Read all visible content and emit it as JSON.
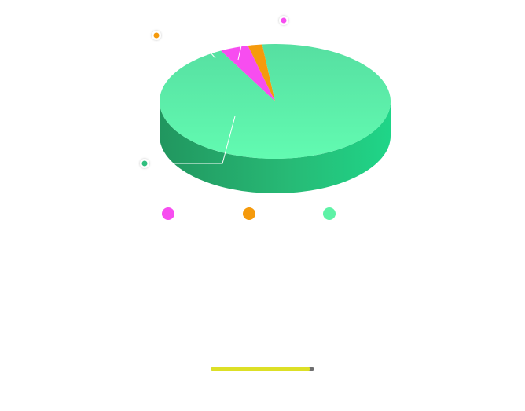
{
  "chart_data": {
    "type": "pie",
    "style": "3d",
    "categories": [
      "",
      "",
      ""
    ],
    "values": [
      4,
      2,
      94
    ],
    "colors": [
      "#f74df0",
      "#f59a0c",
      "#5ef2a6"
    ],
    "title": "",
    "legend": {
      "position": "bottom",
      "labels": [
        "",
        "",
        ""
      ]
    },
    "data_labels": [
      "",
      "",
      ""
    ]
  },
  "scrollbar": {
    "thumb_fraction": 0.96,
    "thumb_color": "#dde026",
    "track_color": "#6e6e6e"
  }
}
